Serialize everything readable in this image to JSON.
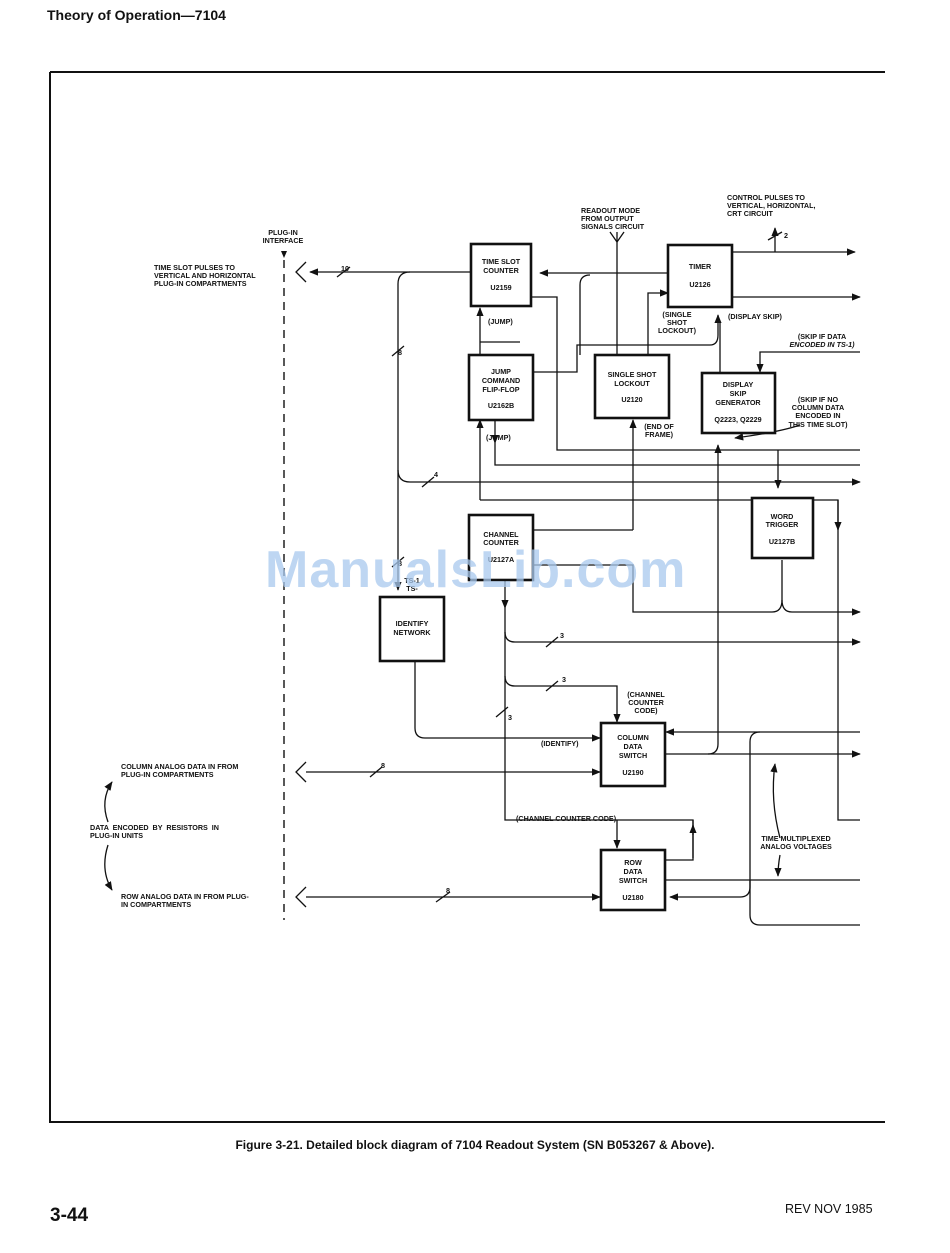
{
  "page": {
    "header": "Theory of Operation—7104",
    "caption": "Figure 3-21. Detailed block diagram of 7104 Readout System (SN B053267 & Above).",
    "page_number": "3-44",
    "revision": "REV NOV 1985",
    "watermark": "ManualsLib.com"
  },
  "blocks": {
    "time_slot_counter": {
      "l1": "TIME SLOT",
      "l2": "COUNTER",
      "id": "U2159"
    },
    "timer": {
      "l1": "TIMER",
      "id": "U2126"
    },
    "jump_cmd": {
      "l1": "JUMP",
      "l2": "COMMAND",
      "l3": "FLIP-FLOP",
      "id": "U2162B"
    },
    "single_shot": {
      "l1": "SINGLE SHOT",
      "l2": "LOCKOUT",
      "id": "U2120"
    },
    "display_skip": {
      "l1": "DISPLAY",
      "l2": "SKIP",
      "l3": "GENERATOR",
      "id": "Q2223, Q2229"
    },
    "word_trigger": {
      "l1": "WORD",
      "l2": "TRIGGER",
      "id": "U2127B"
    },
    "channel_counter": {
      "l1": "CHANNEL",
      "l2": "COUNTER",
      "id": "U2127A"
    },
    "identify_network": {
      "l1": "IDENTIFY",
      "l2": "NETWORK"
    },
    "column_switch": {
      "l1": "COLUMN",
      "l2": "DATA",
      "l3": "SWITCH",
      "id": "U2190"
    },
    "row_switch": {
      "l1": "ROW",
      "l2": "DATA",
      "l3": "SWITCH",
      "id": "U2180"
    }
  },
  "labels": {
    "plugin_interface": [
      "PLUG-IN",
      "INTERFACE"
    ],
    "time_slot_pulses": [
      "TIME SLOT PULSES TO",
      "VERTICAL AND HORIZONTAL",
      "PLUG-IN COMPARTMENTS"
    ],
    "readout_mode": [
      "READOUT MODE",
      "FROM OUTPUT",
      "SIGNALS CIRCUIT"
    ],
    "control_pulses": [
      "CONTROL PULSES TO",
      "VERTICAL, HORIZONTAL,",
      "CRT CIRCUIT"
    ],
    "jump1": "(JUMP)",
    "jump2": "(JUMP)",
    "single_shot_lockout": [
      "(SINGLE",
      "SHOT",
      "LOCKOUT)"
    ],
    "display_skip": "(DISPLAY SKIP)",
    "skip_if_data": [
      "(SKIP IF DATA",
      "ENCODED IN TS-1)"
    ],
    "skip_if_no_column": [
      "(SKIP IF NO",
      "COLUMN DATA",
      "ENCODED IN",
      "THIS TIME SLOT)"
    ],
    "end_of_frame": [
      "(END OF",
      "FRAME)"
    ],
    "ts_label": [
      "TS-1",
      "TS-"
    ],
    "channel_counter_code_1": [
      "(CHANNEL",
      "COUNTER",
      "CODE)"
    ],
    "identify": "(IDENTIFY)",
    "channel_counter_code_2": "(CHANNEL COUNTER CODE)",
    "column_analog": [
      "COLUMN ANALOG DATA IN FROM",
      "PLUG-IN COMPARTMENTS"
    ],
    "data_encoded": [
      "DATA  ENCODED  BY  RESISTORS  IN",
      "PLUG-IN UNITS"
    ],
    "row_analog": [
      "ROW ANALOG DATA IN FROM PLUG-",
      "IN COMPARTMENTS"
    ],
    "time_multiplexed": [
      "TIME MULTIPLEXED",
      "ANALOG VOLTAGES"
    ]
  },
  "bus_widths": {
    "time_slot_out": "10",
    "control_pulses": "2",
    "ts_counter_bus": "8",
    "four_bus": "4",
    "identify_bus": "8",
    "cc_bus_a": "3",
    "cc_bus_b": "3",
    "cc_bus_c": "3",
    "column_in": "8",
    "row_in": "8"
  }
}
